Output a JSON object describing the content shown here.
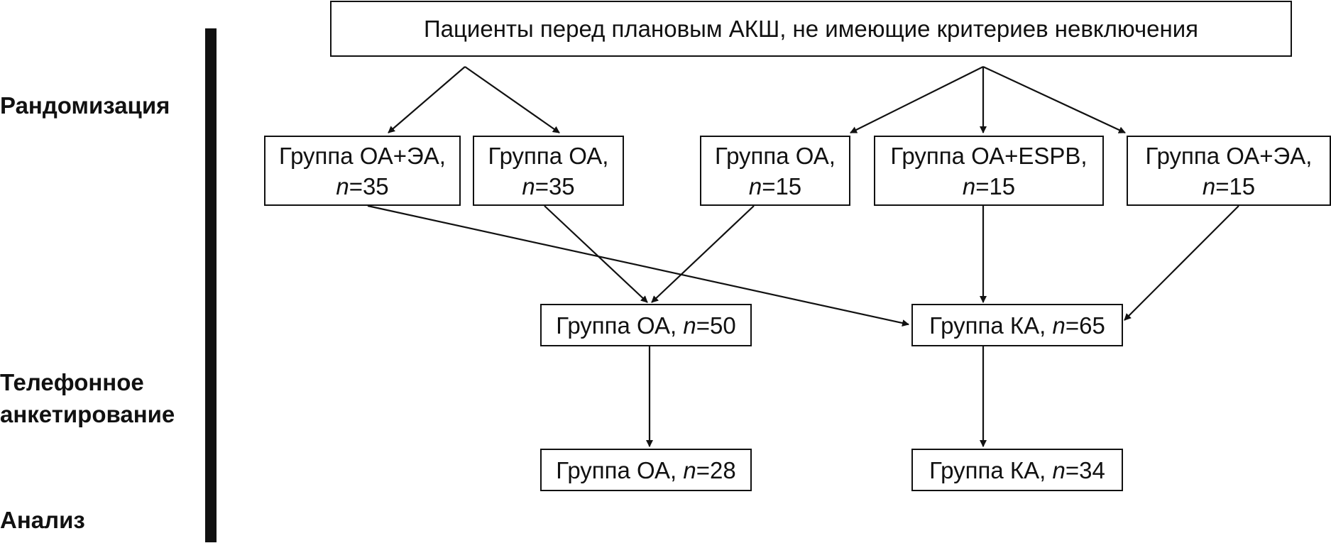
{
  "stages": {
    "randomization": "Рандомизация",
    "phone_line1": "Телефонное",
    "phone_line2": "анкетирование",
    "analysis": "Анализ"
  },
  "top_box": "Пациенты перед плановым АКШ, не имеющие критериев невключения",
  "n_letter": "n",
  "groups": [
    {
      "label": "Группа ОА+ЭА,",
      "n": "=35"
    },
    {
      "label": "Группа ОА,",
      "n": "=35"
    },
    {
      "label": "Группа ОА,",
      "n": "=15"
    },
    {
      "label": "Группа ОА+ESPB,",
      "n": "=15"
    },
    {
      "label": "Группа ОА+ЭА,",
      "n": "=15"
    }
  ],
  "merged": [
    {
      "label": "Группа ОА, ",
      "n": "=50"
    },
    {
      "label": "Группа КА, ",
      "n": "=65"
    }
  ],
  "final": [
    {
      "label": "Группа ОА, ",
      "n": "=28"
    },
    {
      "label": "Группа КА, ",
      "n": "=34"
    }
  ]
}
